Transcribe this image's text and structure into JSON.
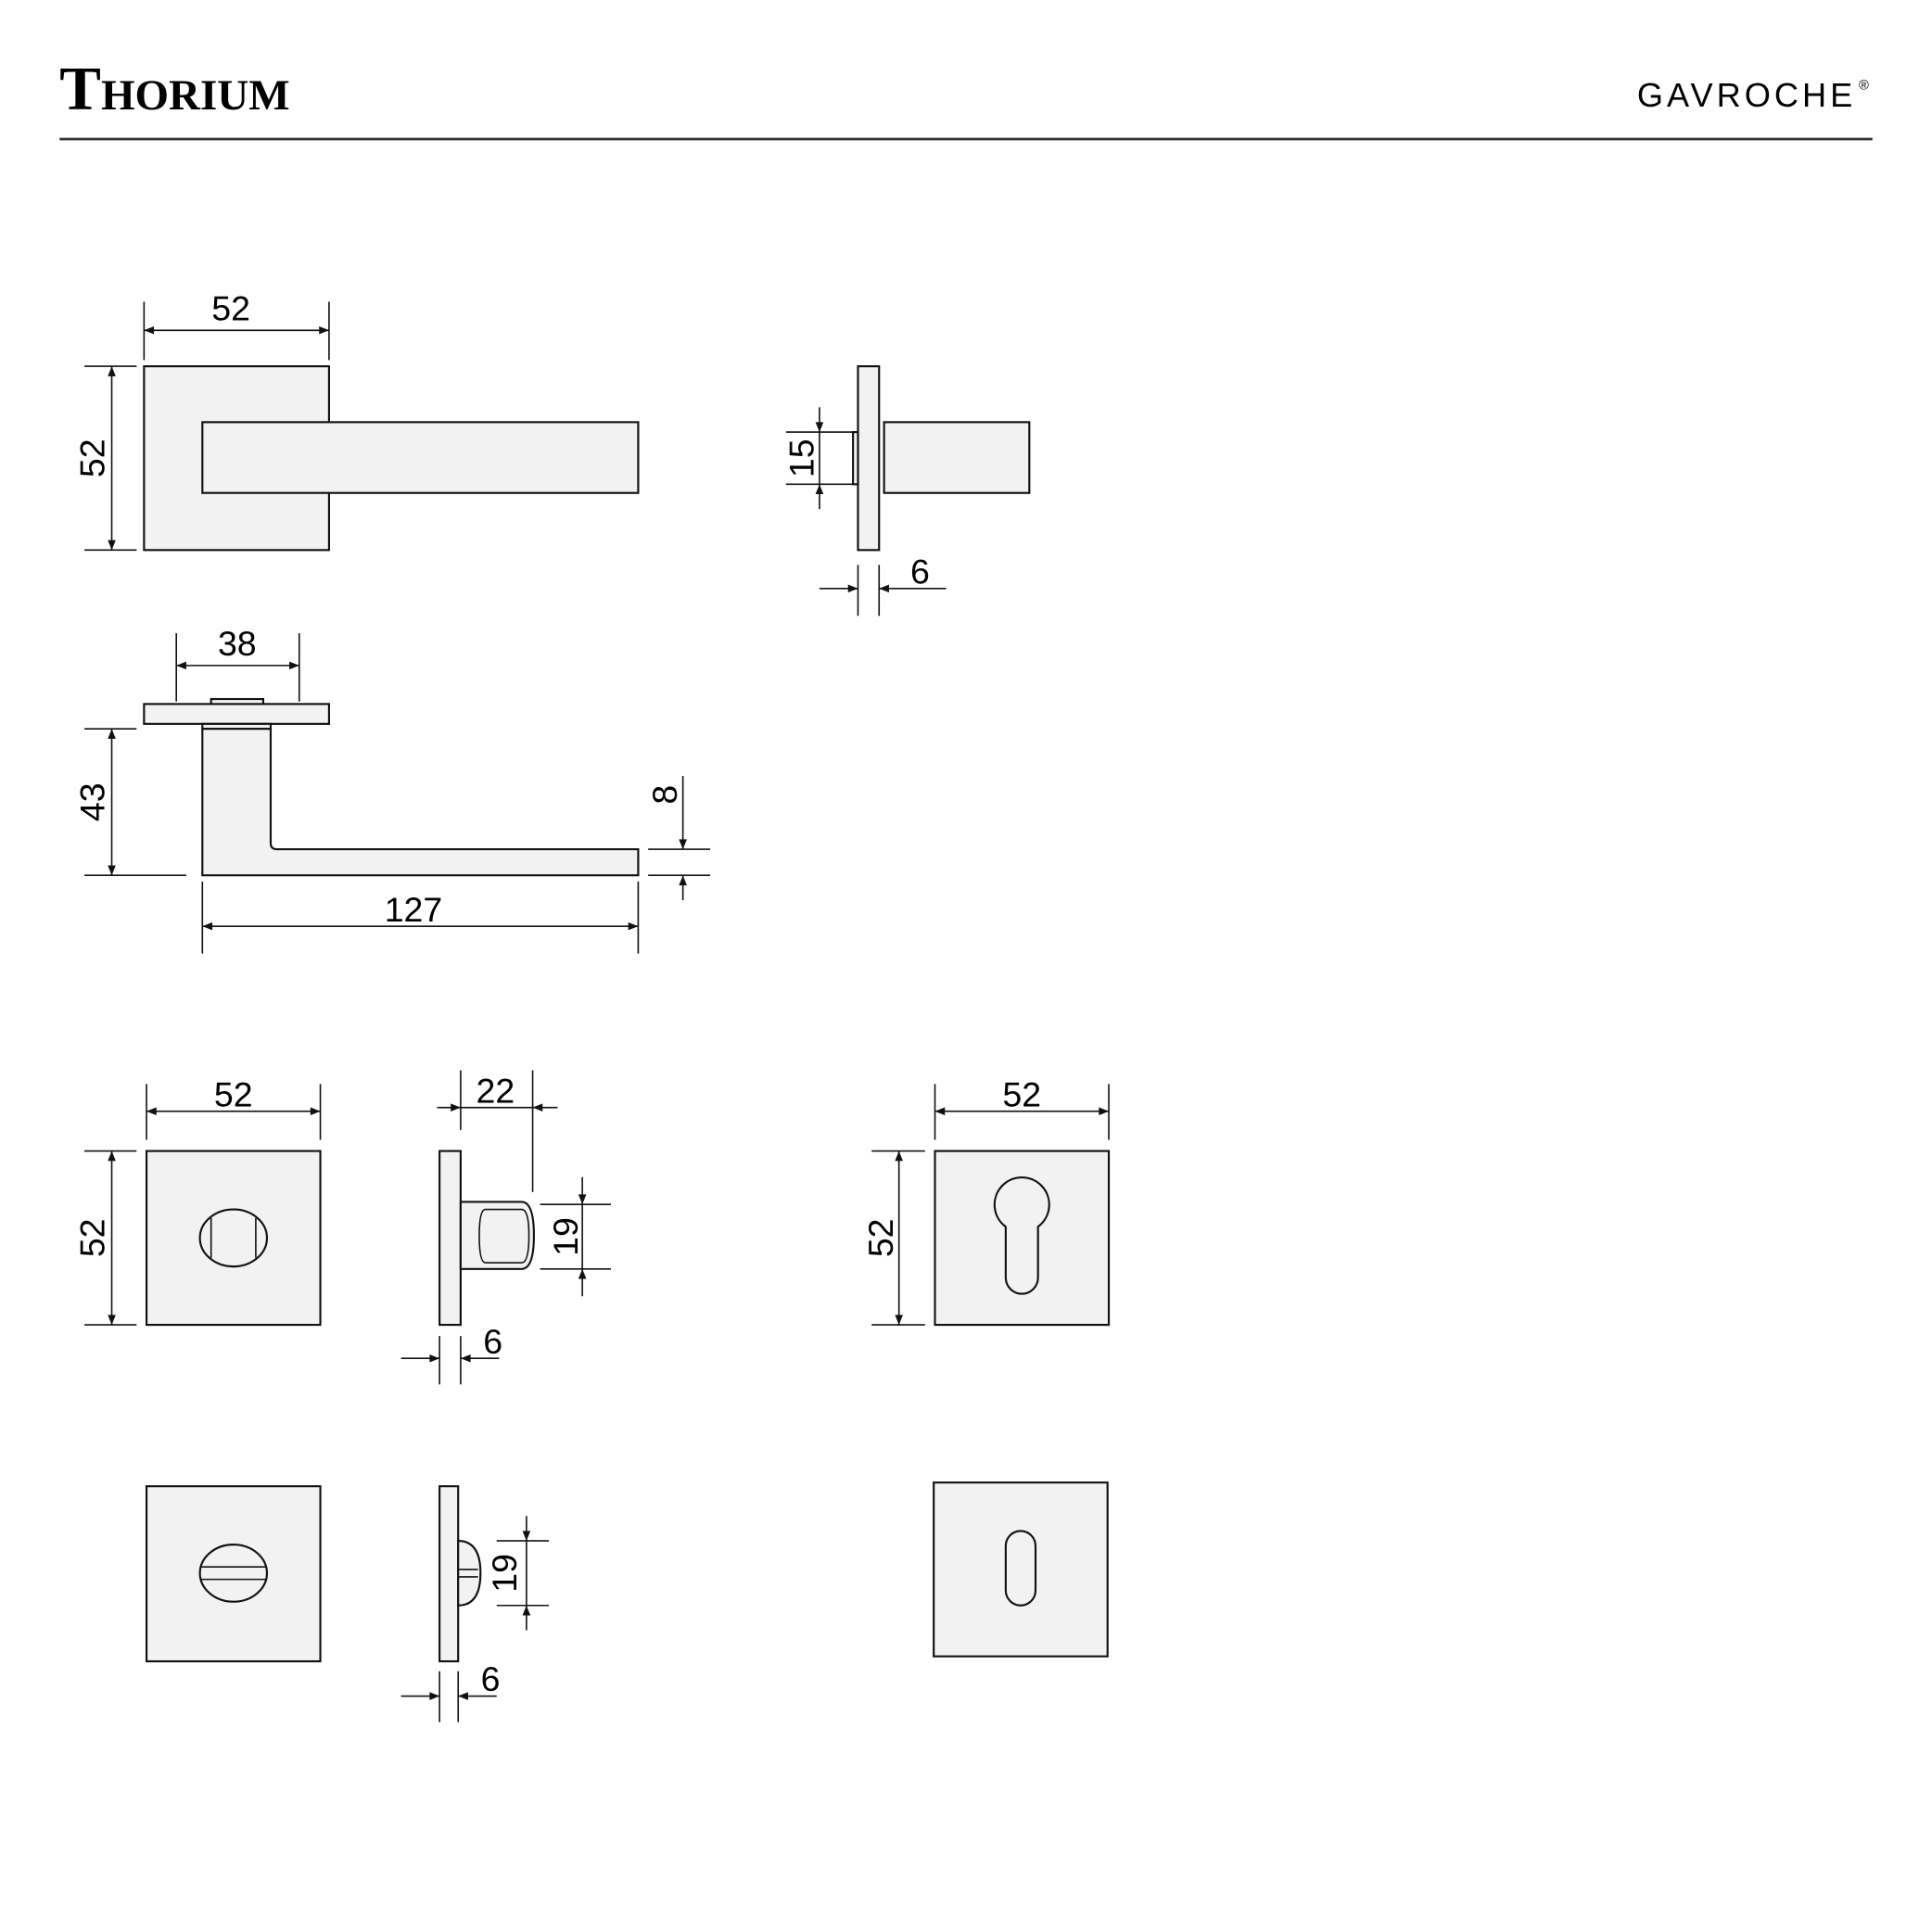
{
  "header": {
    "title": "Thorium",
    "brand": "GAVROCHE",
    "brand_mark": "®"
  },
  "dimensions": {
    "lever_front_width": "52",
    "lever_front_height": "52",
    "lever_side_spindle": "15",
    "lever_side_thickness": "6",
    "lever_top_rose": "38",
    "lever_top_projection": "43",
    "lever_top_thickness": "8",
    "lever_top_length": "127",
    "wc_turn_width": "52",
    "wc_turn_height": "52",
    "wc_turn_projection": "22",
    "wc_turn_knob": "19",
    "wc_turn_thickness": "6",
    "wc_release_knob": "19",
    "wc_release_thickness": "6",
    "euro_width": "52",
    "euro_height": "52"
  }
}
